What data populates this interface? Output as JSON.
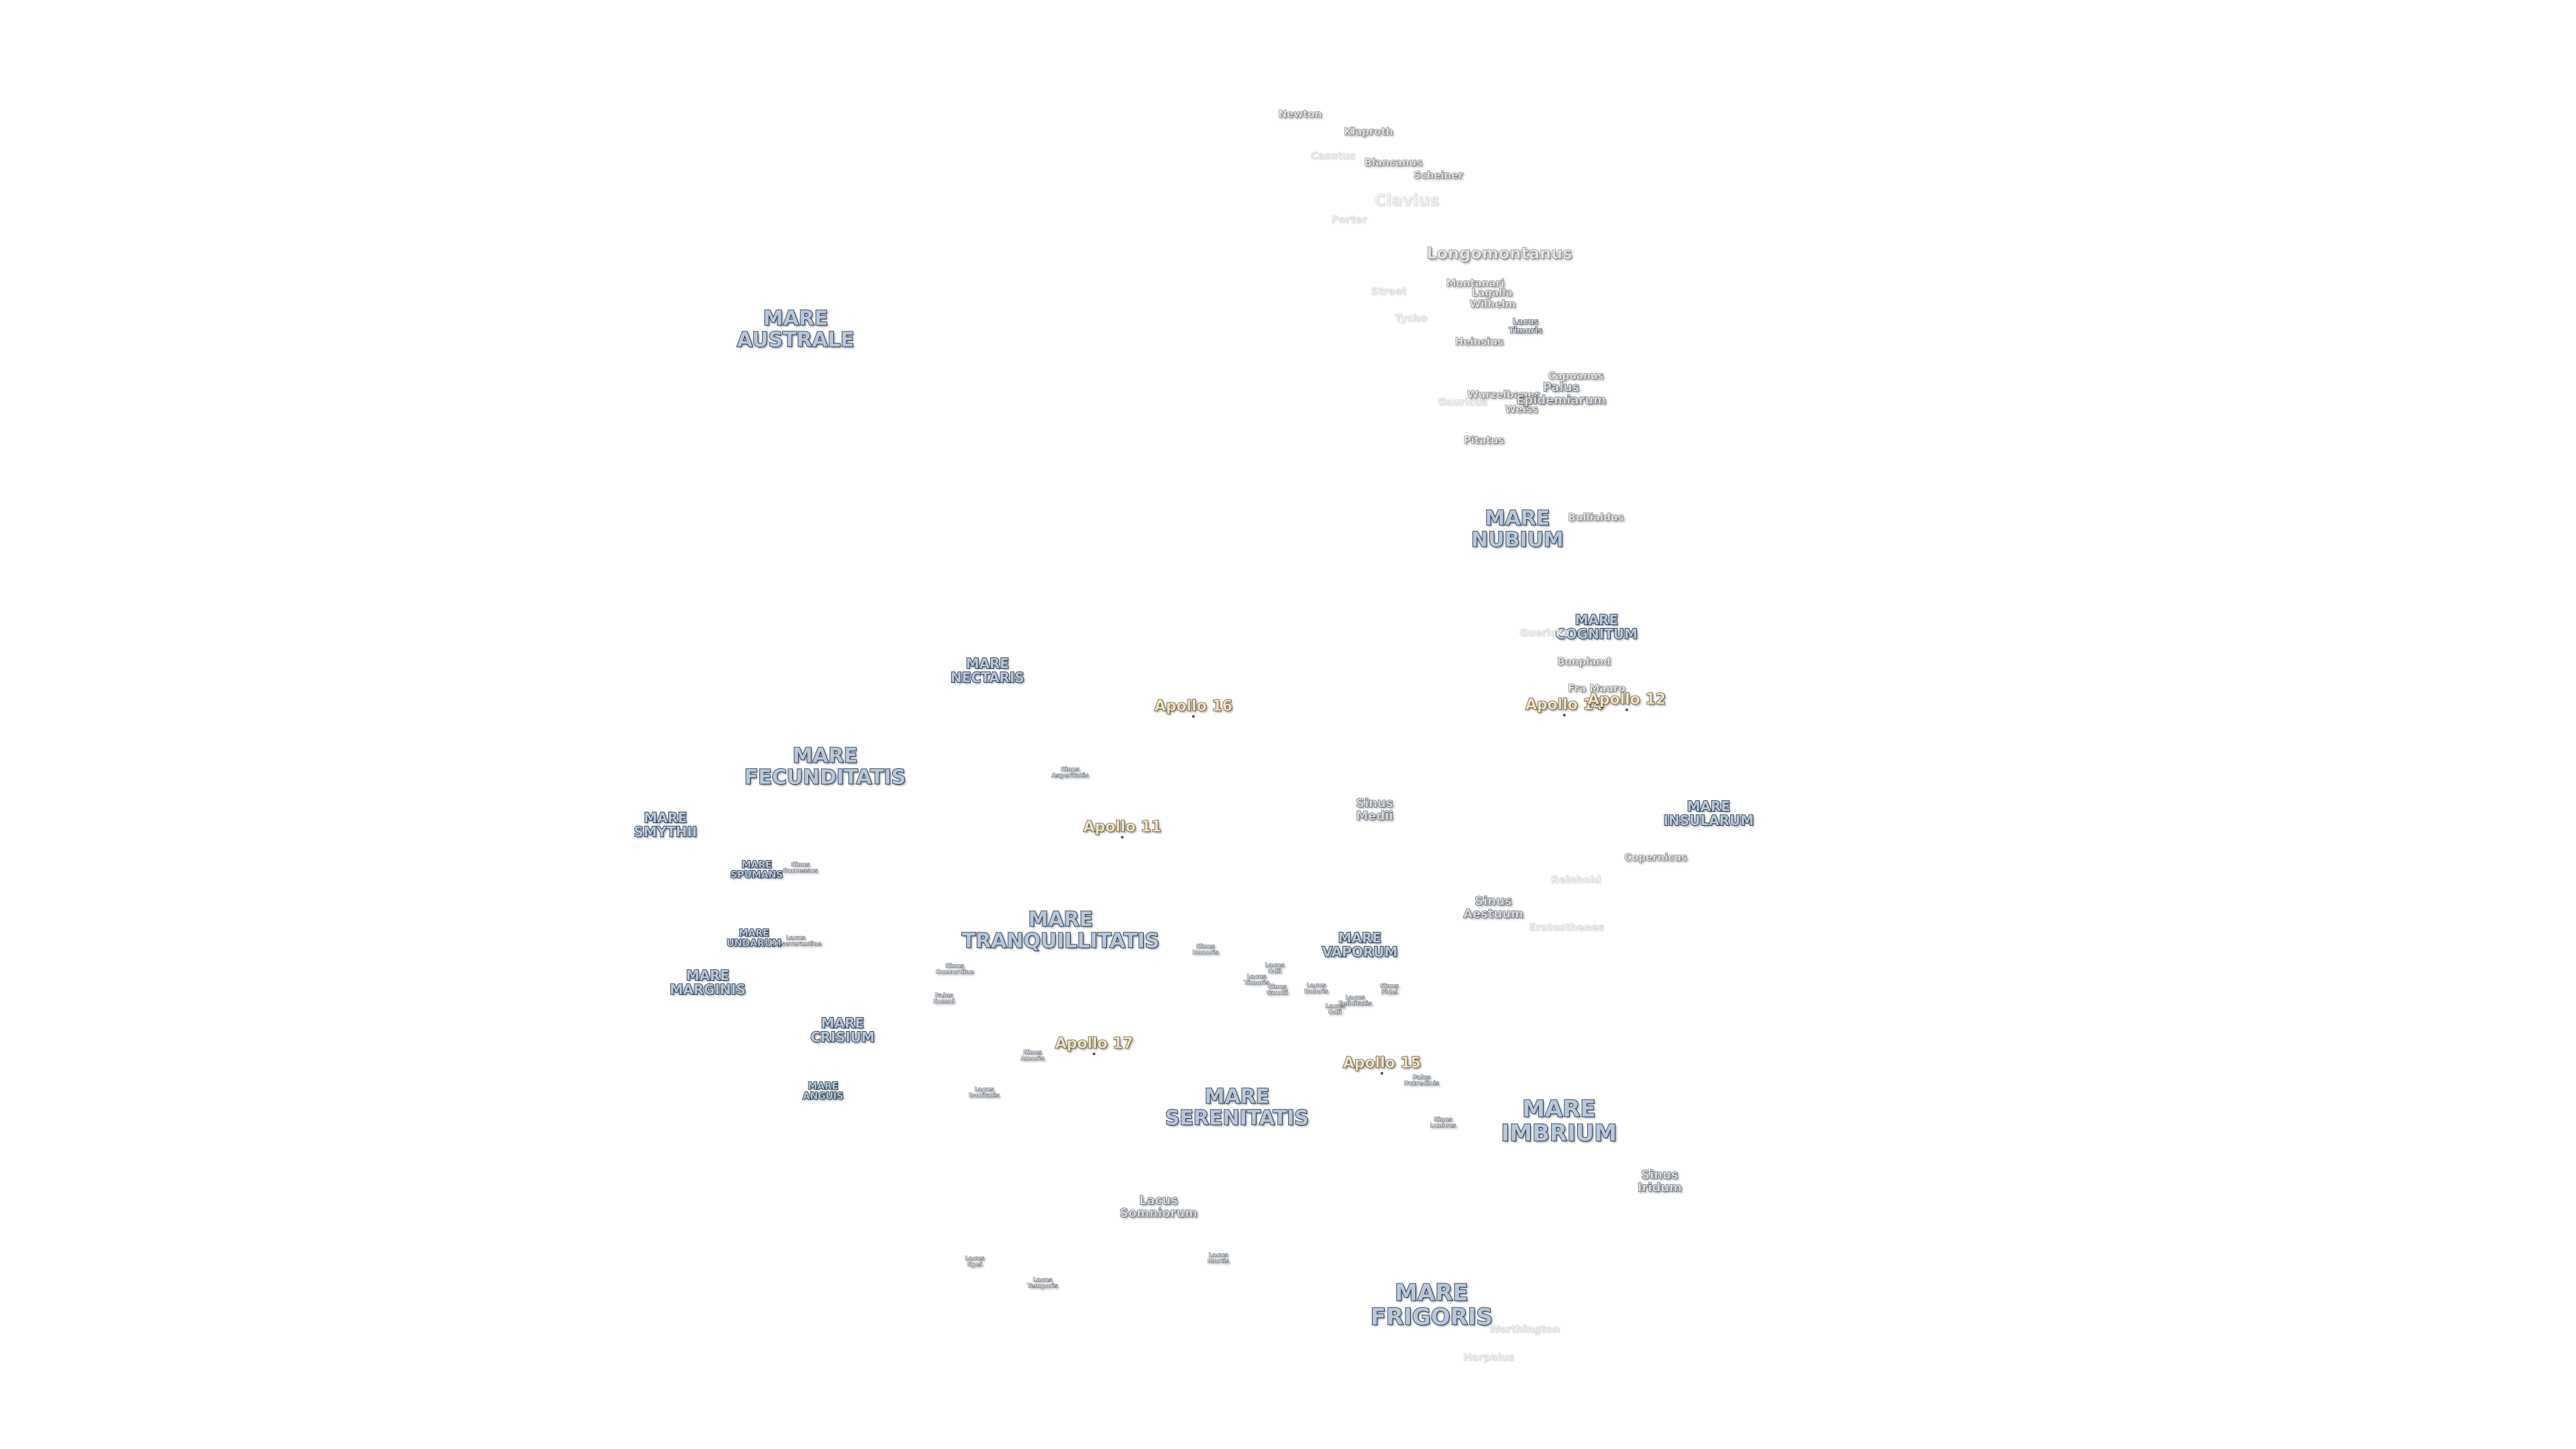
{
  "labels": [
    {
      "text": "MARE\nAUSTRALE",
      "kind": "mare"
    },
    {
      "text": "MARE\nNECTARIS",
      "kind": "mare-sm"
    },
    {
      "text": "MARE\nFECUNDITATIS",
      "kind": "mare"
    },
    {
      "text": "MARE\nSMYTHII",
      "kind": "mare-sm"
    },
    {
      "text": "MARE\nSPUMANS",
      "kind": "mare-xs"
    },
    {
      "text": "Sinus\nSuccessus",
      "kind": "feat-xs"
    },
    {
      "text": "MARE\nUNDARUM",
      "kind": "mare-xs"
    },
    {
      "text": "Lacus\nPerseverantiae",
      "kind": "feat-xs"
    },
    {
      "text": "MARE\nMARGINIS",
      "kind": "mare-sm"
    },
    {
      "text": "MARE\nCRISIUM",
      "kind": "mare-sm"
    },
    {
      "text": "MARE\nANGUIS",
      "kind": "mare-xs"
    },
    {
      "text": "MARE\nTRANQUILLITATIS",
      "kind": "mare"
    },
    {
      "text": "Sinus\nAsperitatis",
      "kind": "feat-xs"
    },
    {
      "text": "Sinus\nConcordiae",
      "kind": "feat-xs"
    },
    {
      "text": "Palus\nSomni",
      "kind": "feat-xs"
    },
    {
      "text": "Sinus\nAmoris",
      "kind": "feat-xs"
    },
    {
      "text": "Lacus\nBonitatis",
      "kind": "feat-xs"
    },
    {
      "text": "MARE\nSERENITATIS",
      "kind": "mare"
    },
    {
      "text": "Lacus\nSomniorum",
      "kind": "feat"
    },
    {
      "text": "Lacus\nSpei",
      "kind": "feat-xs"
    },
    {
      "text": "Lacus\nTemporis",
      "kind": "feat-xs"
    },
    {
      "text": "Lacus\nMortis",
      "kind": "feat-xs"
    },
    {
      "text": "MARE\nFRIGORIS",
      "kind": "mare-lg"
    },
    {
      "text": "MARE\nIMBRIUM",
      "kind": "mare-lg"
    },
    {
      "text": "Sinus\nIridum",
      "kind": "feat"
    },
    {
      "text": "Sinus\nLunicus",
      "kind": "feat-xs"
    },
    {
      "text": "Palus\nPutredinis",
      "kind": "feat-xs"
    },
    {
      "text": "MARE\nVAPORUM",
      "kind": "mare-sm"
    },
    {
      "text": "Sinus\nHonoris",
      "kind": "feat-xs"
    },
    {
      "text": "Lacus\nOdii",
      "kind": "feat-xs"
    },
    {
      "text": "Lacus\nTimoris",
      "kind": "feat-xs"
    },
    {
      "text": "Sinus\nGaudii",
      "kind": "feat-xs"
    },
    {
      "text": "Lacus\nDoloris",
      "kind": "feat-xs"
    },
    {
      "text": "Lacus\nOdii",
      "kind": "feat-xs"
    },
    {
      "text": "Lacus\nFelicitatis",
      "kind": "feat-xs"
    },
    {
      "text": "Sinus\nFidei",
      "kind": "feat-xs"
    },
    {
      "text": "Sinus\nMedii",
      "kind": "feat"
    },
    {
      "text": "Sinus\nAestuum",
      "kind": "feat"
    },
    {
      "text": "MARE\nINSULARUM",
      "kind": "mare-sm"
    },
    {
      "text": "Copernicus",
      "kind": "crater"
    },
    {
      "text": "Reinhold",
      "kind": "crater-faint"
    },
    {
      "text": "Eratosthenes",
      "kind": "crater-faint"
    },
    {
      "text": "MARE\nCOGNITUM",
      "kind": "mare-sm"
    },
    {
      "text": "Guericke",
      "kind": "crater-faint"
    },
    {
      "text": "Bonpland",
      "kind": "crater"
    },
    {
      "text": "Fra Mauro",
      "kind": "crater"
    },
    {
      "text": "MARE\nNUBIUM",
      "kind": "mare"
    },
    {
      "text": "Bullialdus",
      "kind": "crater"
    },
    {
      "text": "Pitatus",
      "kind": "crater"
    },
    {
      "text": "Gauricus",
      "kind": "crater-faint"
    },
    {
      "text": "Wurzelbauer",
      "kind": "crater"
    },
    {
      "text": "Weiss",
      "kind": "crater"
    },
    {
      "text": "Capuanus",
      "kind": "crater"
    },
    {
      "text": "Palus\nEpidemiarum",
      "kind": "feat"
    },
    {
      "text": "Heinsius",
      "kind": "crater"
    },
    {
      "text": "Tycho",
      "kind": "crater-faint"
    },
    {
      "text": "Lacus\nTimoris",
      "kind": "feat-sm"
    },
    {
      "text": "Montanari",
      "kind": "crater"
    },
    {
      "text": "Lagalla",
      "kind": "crater"
    },
    {
      "text": "Wilhelm",
      "kind": "crater"
    },
    {
      "text": "Street",
      "kind": "crater-faint"
    },
    {
      "text": "Longomontanus",
      "kind": "crater-lg"
    },
    {
      "text": "Clavius",
      "kind": "crater-lg-faint"
    },
    {
      "text": "Scheiner",
      "kind": "crater"
    },
    {
      "text": "Blancanus",
      "kind": "crater"
    },
    {
      "text": "Klaproth",
      "kind": "crater"
    },
    {
      "text": "Newton",
      "kind": "crater"
    },
    {
      "text": "Casatus",
      "kind": "crater-faint"
    },
    {
      "text": "Porter",
      "kind": "crater-faint"
    },
    {
      "text": "Worthington",
      "kind": "crater-faint"
    },
    {
      "text": "Harpalus",
      "kind": "crater-faint"
    },
    {
      "text": "Apollo 16",
      "kind": "apollo"
    },
    {
      "text": "Apollo 11",
      "kind": "apollo"
    },
    {
      "text": "Apollo 17",
      "kind": "apollo"
    },
    {
      "text": "Apollo 15",
      "kind": "apollo"
    },
    {
      "text": "Apollo 14",
      "kind": "apollo"
    },
    {
      "text": "Apollo 12",
      "kind": "apollo"
    }
  ]
}
